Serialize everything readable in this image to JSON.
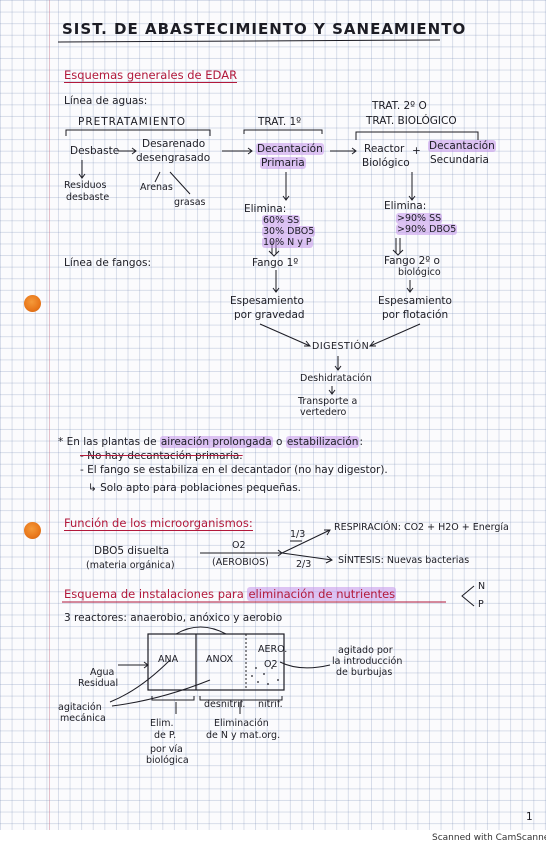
{
  "title": "SIST. DE ABASTECIMIENTO Y SANEAMIENTO",
  "edar": {
    "heading": "Esquemas generales de EDAR",
    "linea_aguas": "Línea de aguas:",
    "pretratamiento": "PRETRATAMIENTO",
    "trat1": "TRAT. 1º",
    "trat2_a": "TRAT. 2º O",
    "trat2_b": "TRAT. BIOLÓGICO",
    "desbaste": "Desbaste",
    "desarenado_a": "Desarenado",
    "desarenado_b": "desengrasado",
    "decantacion1_a": "Decantación",
    "decantacion1_b": "Primaria",
    "reactor_a": "Reactor",
    "reactor_b": "Biológico",
    "plus": "+",
    "decantacion2_a": "Decantación",
    "decantacion2_b": "Secundaria",
    "residuos_a": "Residuos",
    "residuos_b": "desbaste",
    "arenas": "Arenas",
    "grasas": "grasas",
    "elimina1": "Elimina:",
    "e1_a": "60% SS",
    "e1_b": "30% DBO5",
    "e1_c": "10% N y P",
    "elimina2": "Elimina:",
    "e2_a": ">90% SS",
    "e2_b": ">90% DBO5",
    "linea_fangos": "Línea de fangos:",
    "fango1": "Fango 1º",
    "fango2_a": "Fango 2º o",
    "fango2_b": "biológico",
    "esp1_a": "Espesamiento",
    "esp1_b": "por gravedad",
    "esp2_a": "Espesamiento",
    "esp2_b": "por flotación",
    "digestion": "DIGESTIÓN",
    "deshidratacion": "Deshidratación",
    "transporte_a": "Transporte a",
    "transporte_b": "vertedero"
  },
  "nota": {
    "linea1_a": "* En las plantas de",
    "linea1_b": "aireación prolongada",
    "linea1_c": "o",
    "linea1_d": "estabilización",
    "linea1_e": ":",
    "linea2": "- No hay decantación primaria.",
    "linea3": "- El fango se estabiliza en el decantador (no hay digestor).",
    "linea4": "↳ Solo apto para poblaciones pequeñas."
  },
  "microorganismos": {
    "heading": "Función de los microorganismos:",
    "dbo_a": "DBO5 disuelta",
    "dbo_b": "(materia orgánica)",
    "o2": "O2",
    "aerobios": "(AEROBIOS)",
    "frac1": "1/3",
    "frac2": "2/3",
    "respiracion": "RESPIRACIÓN: CO2 + H2O + Energía",
    "sintesis": "SÍNTESIS: Nuevas bacterias"
  },
  "nutrientes": {
    "heading_a": "Esquema de instalaciones para",
    "heading_b": "eliminación de nutrientes",
    "n": "N",
    "p": "P",
    "reactores": "3 reactores: anaerobio, anóxico y aerobio",
    "ana": "ANA",
    "anox": "ANOX",
    "aero": "AERO.",
    "o2": "O2",
    "agua_a": "Agua",
    "agua_b": "Residual",
    "agitacion_a": "agitación",
    "agitacion_b": "mecánica",
    "agitado_a": "agitado por",
    "agitado_b": "la introducción",
    "agitado_c": "de burbujas",
    "desnitrif": "desnitrif.",
    "nitrif": "nitrif.",
    "elim_a": "Elim.",
    "elim_b": "de P.",
    "elim_c": "por vía",
    "elim_d": "biológica",
    "eliminacion_a": "Eliminación",
    "eliminacion_b": "de N y mat.org."
  },
  "page_number": "1",
  "scanner": "Scanned with CamScanner",
  "colors": {
    "ink": "#1c1c24",
    "heading_ink": "#b2193b",
    "highlight": "#c496eb",
    "hole": "#e8761a"
  }
}
